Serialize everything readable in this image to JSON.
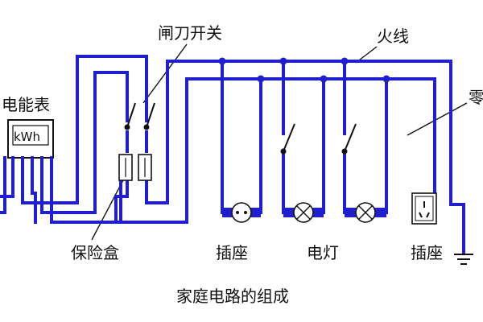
{
  "labels": {
    "meter": "电能表",
    "meter_unit": "kWh",
    "knife_switch": "闸刀开关",
    "live_wire": "火线",
    "neutral_wire": "零",
    "fuse_box": "保险盒",
    "socket_left": "插座",
    "lamp": "电灯",
    "socket_right": "插座",
    "caption": "家庭电路的组成"
  },
  "colors": {
    "wire": "#1f1fd0",
    "ink": "#111111"
  }
}
